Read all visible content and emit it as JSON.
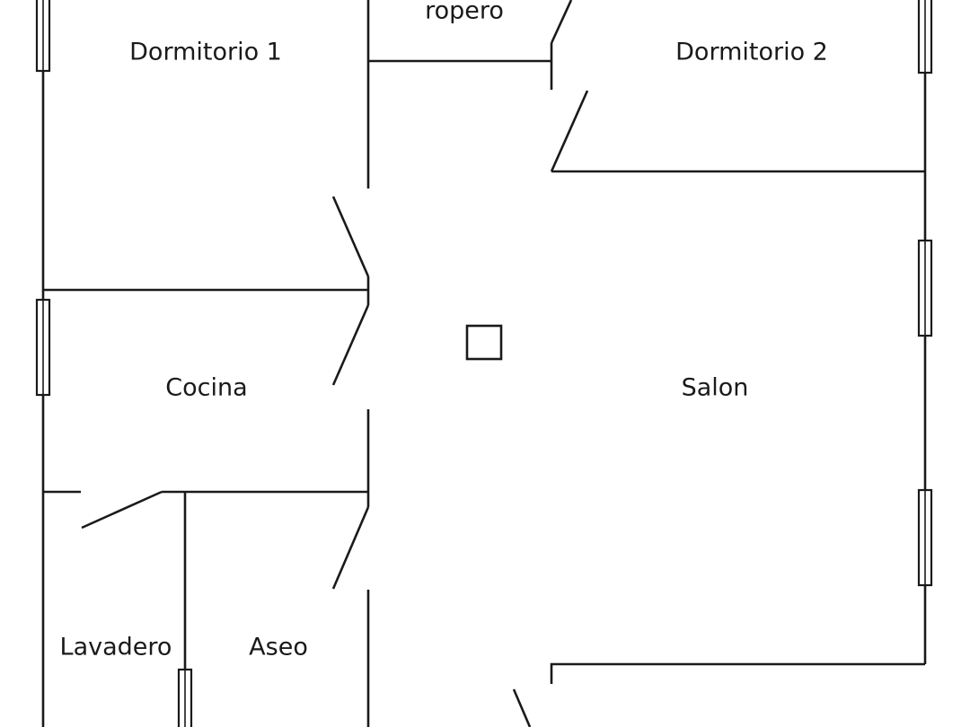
{
  "rooms": {
    "dormitorio1": "Dormitorio 1",
    "ropero": "ropero",
    "dormitorio2": "Dormitorio 2",
    "cocina": "Cocina",
    "salon": "Salon",
    "lavadero": "Lavadero",
    "aseo": "Aseo"
  }
}
